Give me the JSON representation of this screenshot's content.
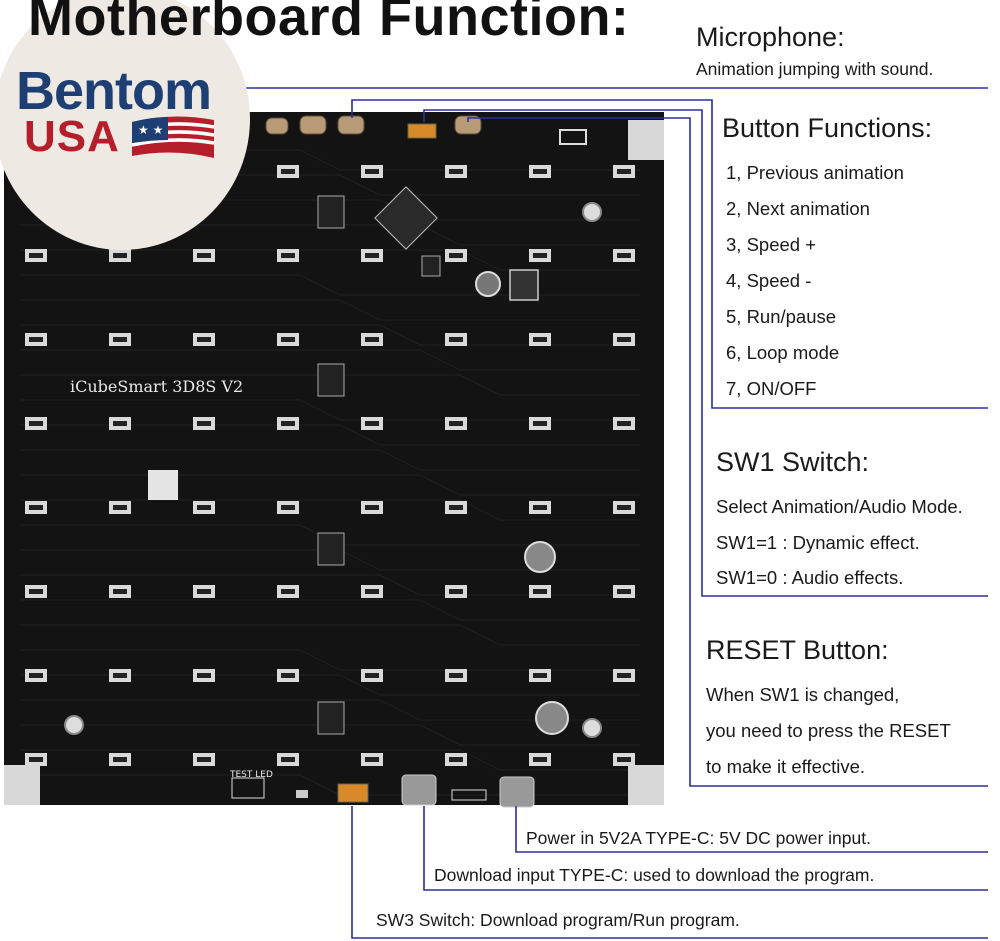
{
  "title": "Motherboard Function:",
  "logo": {
    "line1": "Bentom",
    "line2": "USA"
  },
  "board": {
    "model_label": "iCubeSmart 3D8S V2",
    "test_led_label": "TEST LED"
  },
  "microphone": {
    "heading": "Microphone:",
    "desc": "Animation jumping with sound."
  },
  "buttons": {
    "heading": "Button Functions:",
    "items": [
      "1, Previous animation",
      "2, Next animation",
      "3, Speed +",
      "4, Speed -",
      "5, Run/pause",
      "6, Loop mode",
      "7, ON/OFF"
    ]
  },
  "sw1": {
    "heading": "SW1 Switch:",
    "lines": [
      "Select Animation/Audio Mode.",
      "SW1=1 : Dynamic effect.",
      "SW1=0 : Audio effects."
    ]
  },
  "reset": {
    "heading": "RESET Button:",
    "lines": [
      "When SW1 is changed,",
      "you need to press the RESET",
      "to make it effective."
    ]
  },
  "ports": {
    "power": "Power in 5V2A TYPE-C: 5V DC power input.",
    "download": "Download input TYPE-C: used to download the program.",
    "sw3": "SW3 Switch: Download program/Run program."
  },
  "colors": {
    "line": "#2b2f9e",
    "board": "#121212",
    "logo_blue": "#1e3f73",
    "logo_red": "#b51f2b"
  }
}
